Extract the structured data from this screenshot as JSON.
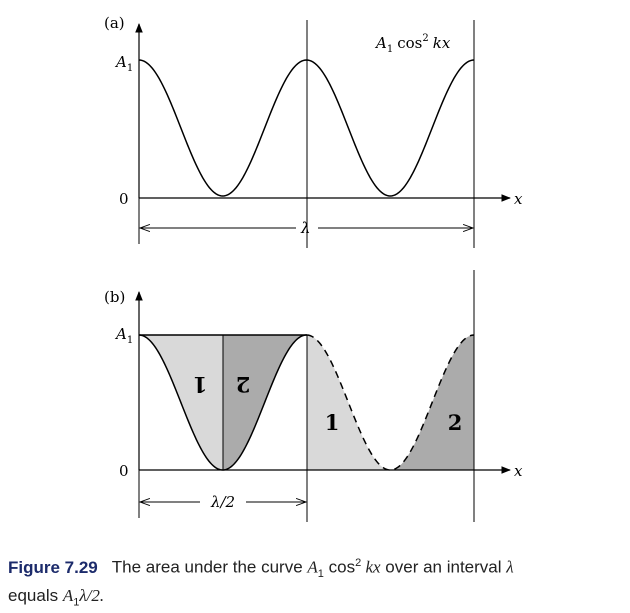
{
  "panel_a": {
    "label": "(a)",
    "y_tick_top": "A",
    "y_tick_top_sub": "1",
    "y_tick_zero": "0",
    "x_axis_label": "x",
    "curve_label_A": "A",
    "curve_label_sub": "1",
    "curve_label_func": "cos",
    "curve_label_exp": "2",
    "curve_label_arg": "kx",
    "interval_label": "λ"
  },
  "panel_b": {
    "label": "(b)",
    "y_tick_top": "A",
    "y_tick_top_sub": "1",
    "y_tick_zero": "0",
    "x_axis_label": "x",
    "region_label_1": "1",
    "region_label_2": "2",
    "region_label_1_flipped": "1",
    "region_label_2_flipped": "2",
    "interval_label": "λ/2"
  },
  "colors": {
    "light_fill": "#d9d9d9",
    "dark_fill": "#ababab",
    "line": "#000000",
    "caption_lead": "#1c2b6b"
  },
  "caption": {
    "lead": "Figure 7.29",
    "text_1": "The area under the curve ",
    "math_A": "A",
    "math_sub": "1",
    "math_func": " cos",
    "math_exp": "2",
    "math_arg": " kx",
    "text_2": " over an interval ",
    "math_lambda": "λ",
    "text_3": "equals ",
    "math_result_A": "A",
    "math_result_sub": "1",
    "math_result_rest": "λ/2."
  }
}
